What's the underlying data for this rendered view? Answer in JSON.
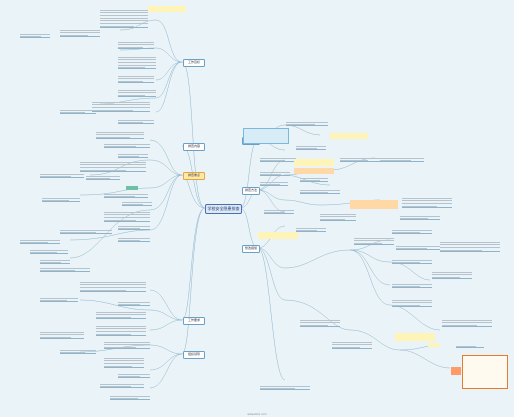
{
  "diagram": {
    "central": "学校安全隐患排查方案",
    "branches": {
      "top_left": "工作目标",
      "mid_left": "排查内容",
      "left_highlight": "排查重点",
      "bottom_left": "工作要求",
      "bottom_left_2": "组织领导",
      "right_top": "排查范围",
      "right_mid": "排查方法",
      "right_bottom": "整改措施"
    },
    "watermark": "www.zhixi.com"
  },
  "colors": {
    "background": "#eaf3f7",
    "link": "#8eb4cc",
    "central_border": "#4a6fb3",
    "highlight": "#fde9a8",
    "accent": "#e87a2e"
  }
}
